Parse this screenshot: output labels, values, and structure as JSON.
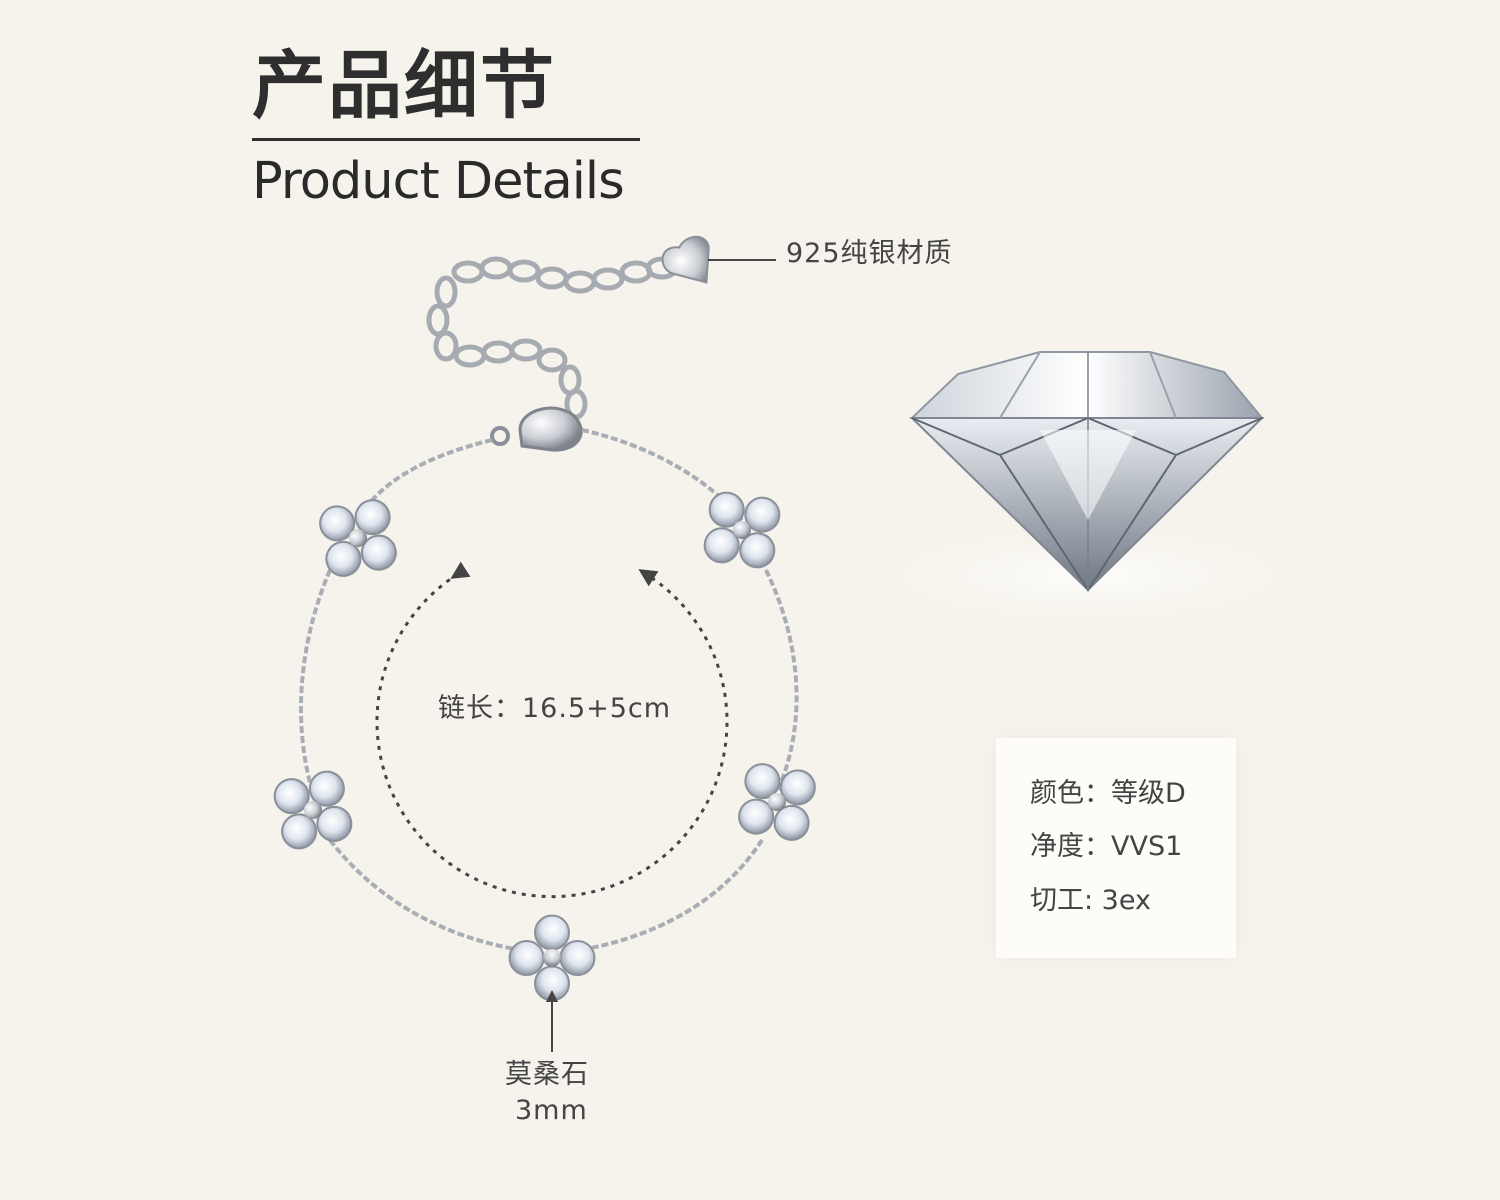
{
  "heading": {
    "title_cn": "产品细节",
    "title_en": "Product Details"
  },
  "callouts": {
    "material": "925纯银材质",
    "chain_length": "链长：16.5+5cm",
    "stone_name": "莫桑石",
    "stone_size": "3mm"
  },
  "specs": {
    "color": "颜色：等级D",
    "clarity": "净度：VVS1",
    "cut": "切工: 3ex"
  },
  "colors": {
    "background": "#f6f3ec",
    "silver": "#a9adb4",
    "text": "#333333"
  },
  "icons": [
    "heart-tag-icon",
    "lobster-clasp-icon",
    "clover-charm-icon",
    "diamond-icon",
    "arrow-icon"
  ]
}
